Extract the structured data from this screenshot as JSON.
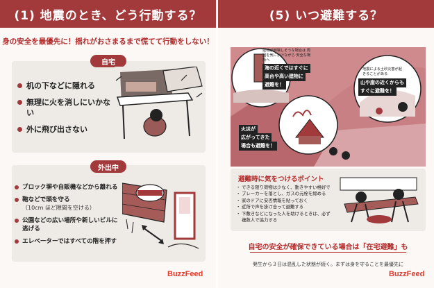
{
  "left": {
    "header": "(1) 地震のとき、どう行動する？",
    "subtitle": "身の安全を最優先に！揺れがおさまるまで慌てて行動をしない！",
    "home": {
      "badge": "自宅",
      "items": [
        "机の下などに隠れる",
        "無理に火を消しにいかない",
        "外に飛び出さない"
      ]
    },
    "outside": {
      "badge": "外出中",
      "items": [
        {
          "text": "ブロック塀や自販機などから離れる",
          "sub": ""
        },
        {
          "text": "鞄などで頭を守る",
          "sub": "（10cm ほど隙間を空ける）"
        },
        {
          "text": "公園などの広い場所や新しいビルに逃げる",
          "sub": ""
        },
        {
          "text": "エレベーターではすべての階を押す",
          "sub": ""
        }
      ]
    },
    "logo": "BuzzFeed"
  },
  "right": {
    "header": "(5) いつ避難する？",
    "scene": {
      "note_top": "建物が倒壊しそうな場合は 周囲を気にかけながら 安全な場所へ",
      "sea": [
        "海の近くではすぐに",
        "高台や高い建物に",
        "避難を！"
      ],
      "note_mountain": "地震による土砂災害が起きることがある",
      "mountain": [
        "山や崖の近くからも",
        "すぐに避難を！"
      ],
      "fire": [
        "火災が",
        "広がってきた",
        "場合も避難を！"
      ]
    },
    "points": {
      "title": "避難時に気をつけるポイント",
      "items": [
        "できる限り荷物は少なく、動きやすい格好で",
        "ブレーカーを落とし、ガスの元栓を締める",
        "家のドアに安否情報を貼っておく",
        "近所で声を掛け合って避難する",
        "下敷きなどになった人を助けるときは、必ず複数人で協力する"
      ]
    },
    "bottom_line": "自宅の安全が確保できている場合は「在宅避難」も",
    "footnote": "発生から３日は混乱した状態が続く。まずは身を守ることを最優先に",
    "logo": "BuzzFeed"
  },
  "colors": {
    "accent": "#a23a3c",
    "text_red": "#b22a2a",
    "card": "#eeeae6",
    "scene_bg": "#cf8a8e",
    "logo": "#e4382a"
  }
}
